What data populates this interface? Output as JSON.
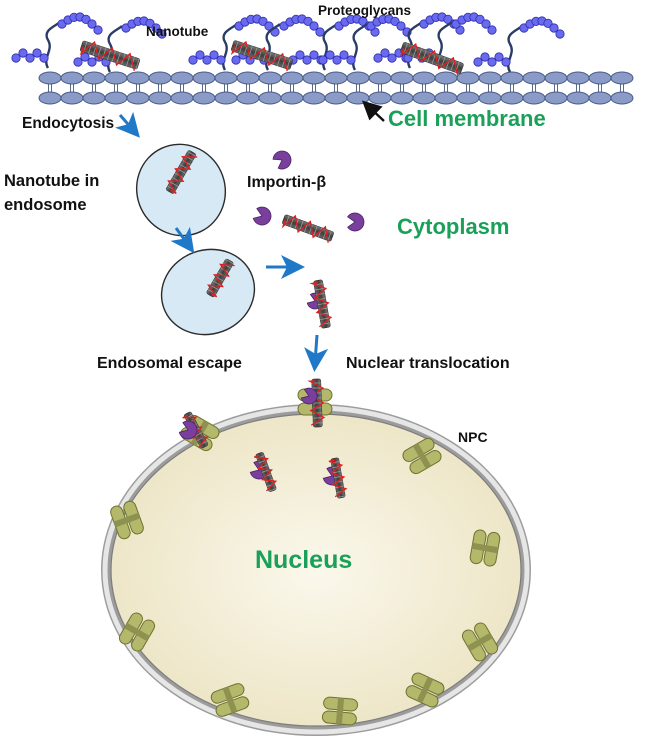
{
  "labels": {
    "proteoglycans": "Proteoglycans",
    "nanotube": "Nanotube",
    "cell_membrane": "Cell membrane",
    "endocytosis": "Endocytosis",
    "nanotube_in_endosome_line1": "Nanotube in",
    "nanotube_in_endosome_line2": "endosome",
    "importin": "Importin-β",
    "cytoplasm": "Cytoplasm",
    "endosomal_escape": "Endosomal escape",
    "nuclear_translocation": "Nuclear translocation",
    "npc": "NPC",
    "nucleus": "Nucleus"
  },
  "colors": {
    "membrane_head": "#8a9bc8",
    "membrane_head_stroke": "#4b5a86",
    "bead": "#6a6af0",
    "bead_stroke": "#2c2ca8",
    "chain": "#2b3d66",
    "nanotube": "#555555",
    "nanotube_wrap": "#e02020",
    "endosome_fill": "#d6e9f5",
    "endosome_stroke": "#2b2b2b",
    "arrow": "#1f78c8",
    "importin": "#7a3f9c",
    "npc_fill": "#b4b86a",
    "npc_stroke": "#6e7230",
    "nucleus_fill": "#f5f0dd",
    "envelope": "#a8a8a8",
    "green_label": "#1aa058",
    "text": "#111111"
  }
}
